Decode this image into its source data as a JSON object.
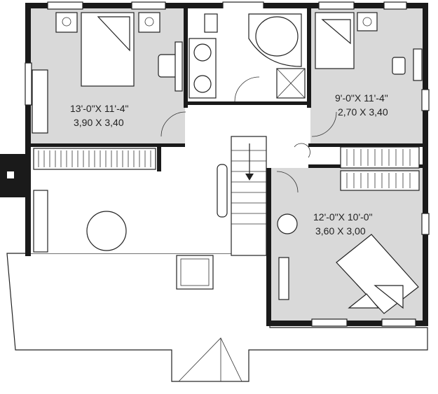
{
  "rooms": {
    "bedroom_left": {
      "dim_imperial": "13'-0\"X 11'-4\"",
      "dim_metric": "3,90 X 3,40"
    },
    "bedroom_right": {
      "dim_imperial": "9'-0\"X 11'-4\"",
      "dim_metric": "2,70 X 3,40"
    },
    "bedroom_bottom": {
      "dim_imperial": "12'-0\"X 10'-0\"",
      "dim_metric": "3,60 X 3,00"
    }
  },
  "colors": {
    "wall": "#1a1a1a",
    "room_fill": "#d9d9d9",
    "line": "#222222"
  }
}
